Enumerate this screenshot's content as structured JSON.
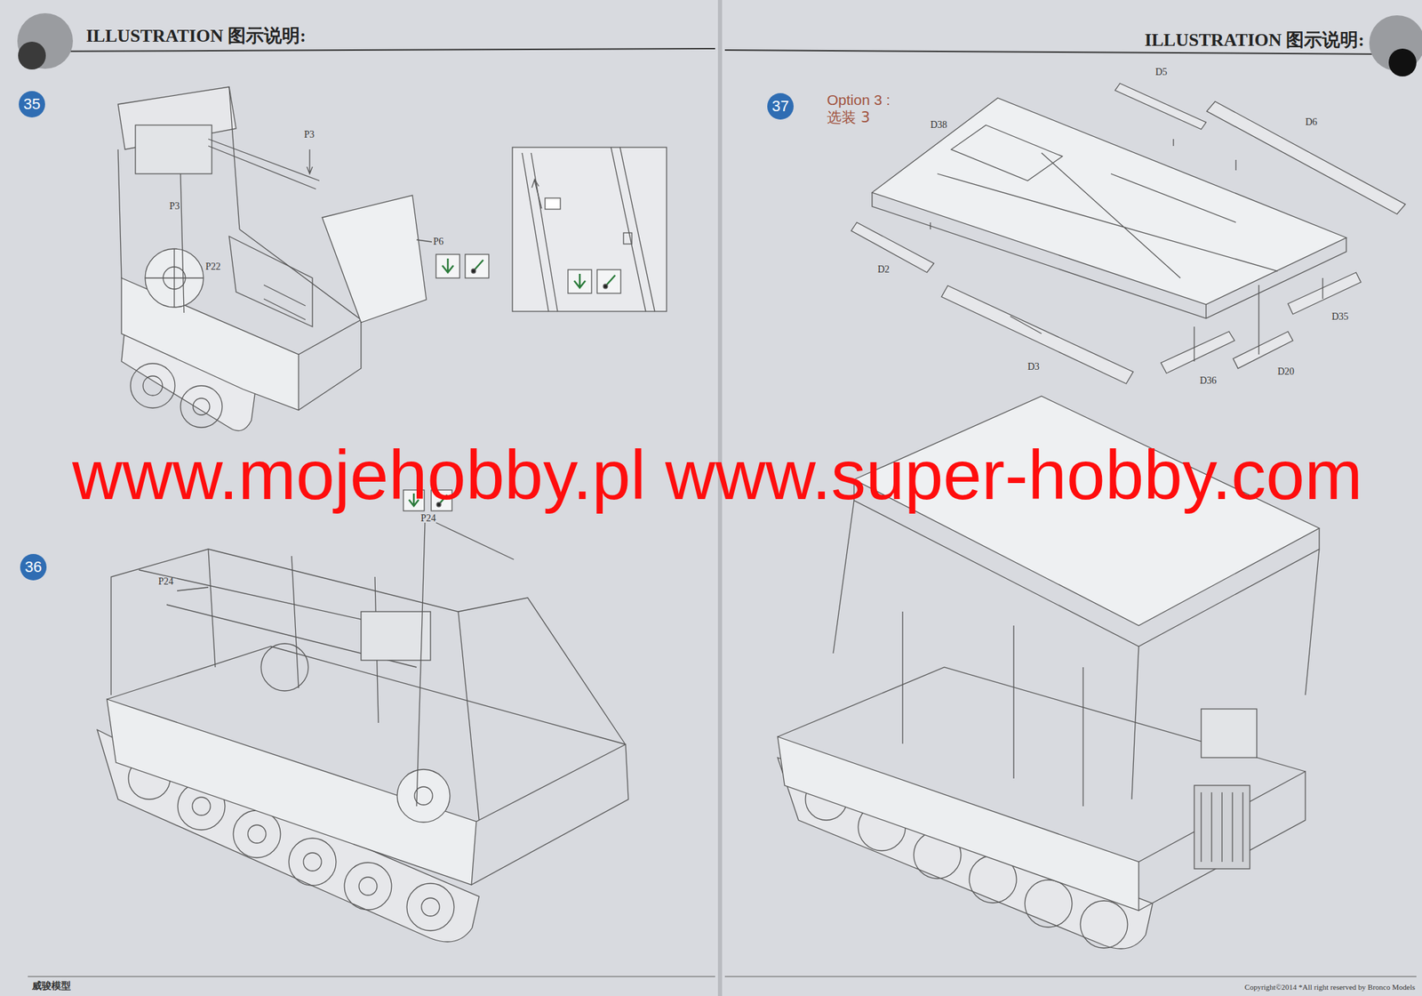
{
  "diagram": {
    "nodes": [
      {
        "text": [
          "35"
        ]
      },
      {
        "text": [
          "36"
        ]
      },
      {
        "text": [
          "37"
        ]
      }
    ],
    "labels": [
      "ILLUSTRATION 图示说明:",
      "ILLUSTRATION 图示说明:",
      "P3",
      "P3",
      "P22",
      "P6",
      "P24",
      "P24",
      "Option 3 :",
      "选装 3",
      "D5",
      "D38",
      "D6",
      "D2",
      "D3",
      "D36",
      "D20",
      "D35",
      "www.mojehobby.pl www.super-hobby.com",
      "威骏模型",
      "Copyright©2014 *All right reserved by Bronco Models"
    ]
  }
}
